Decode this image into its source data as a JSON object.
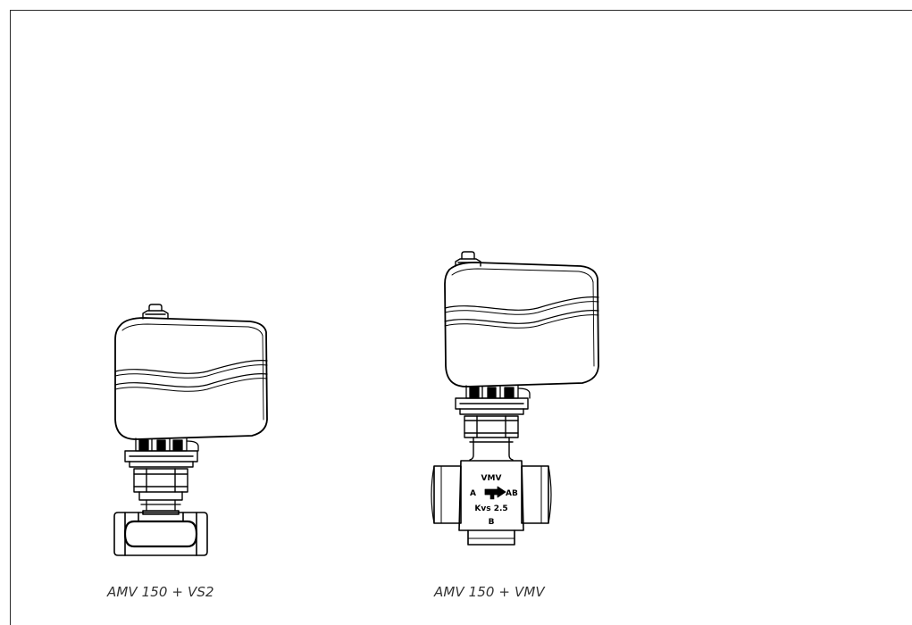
{
  "figures": [
    {
      "caption": "AMV 150 + VS2"
    },
    {
      "caption": "AMV 150 + VMV",
      "valve_markings": {
        "model": "VMV",
        "port_a": "A",
        "port_ab": "AB",
        "kvs": "Kvs 2.5",
        "port_b": "B"
      }
    }
  ],
  "colors": {
    "line": "#000000",
    "frame": "#2b2b2b",
    "caption": "#333333"
  }
}
